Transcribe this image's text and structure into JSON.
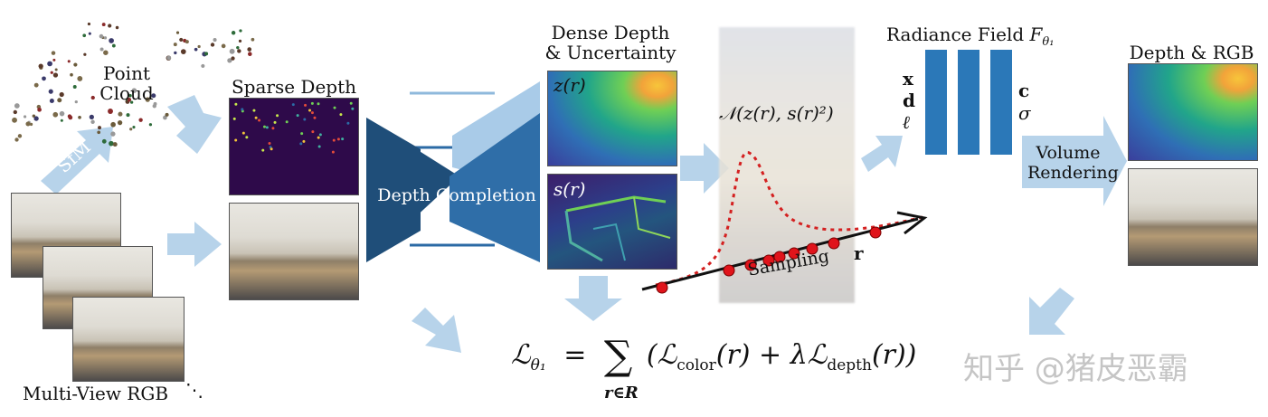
{
  "labels": {
    "point_cloud": "Point\nCloud",
    "sfm": "SfM",
    "sparse_depth": "Sparse Depth",
    "multi_view_rgb": "Multi-View RGB",
    "ellipsis": "⋱",
    "depth_completion": "Depth Completion",
    "dense_depth": "Dense Depth\n& Uncertainty",
    "z_r": "z(r)",
    "s_r": "s(r)",
    "normal_dist": "𝒩(z(r), s(r)²)",
    "sampling": "Sampling",
    "ray_r": "r",
    "radiance_field": "Radiance Field",
    "f_theta": "F",
    "f_theta_sub": "θ₁",
    "inputs": [
      "x",
      "d",
      "ℓ"
    ],
    "outputs": [
      "c",
      "σ"
    ],
    "volume_rendering": "Volume\nRendering",
    "depth_rgb": "Depth & RGB",
    "loss_lhs": "ℒ",
    "loss_lhs_sub": "θ₁",
    "loss_eq": "=",
    "loss_sum": "∑",
    "loss_sum_sub": "r∈R",
    "loss_body": "(ℒ",
    "loss_color_sub": "color",
    "loss_mid": "(r) + λℒ",
    "loss_depth_sub": "depth",
    "loss_end": "(r))",
    "watermark": "知乎 @猪皮恶霸"
  },
  "colors": {
    "arrow": "#b7d3ea",
    "encoder_dark": "#1f4e79",
    "encoder_light": "#5b97c9",
    "mlp": "#2b78b8",
    "sample_dot": "#e0141b",
    "curve": "#d42020"
  }
}
